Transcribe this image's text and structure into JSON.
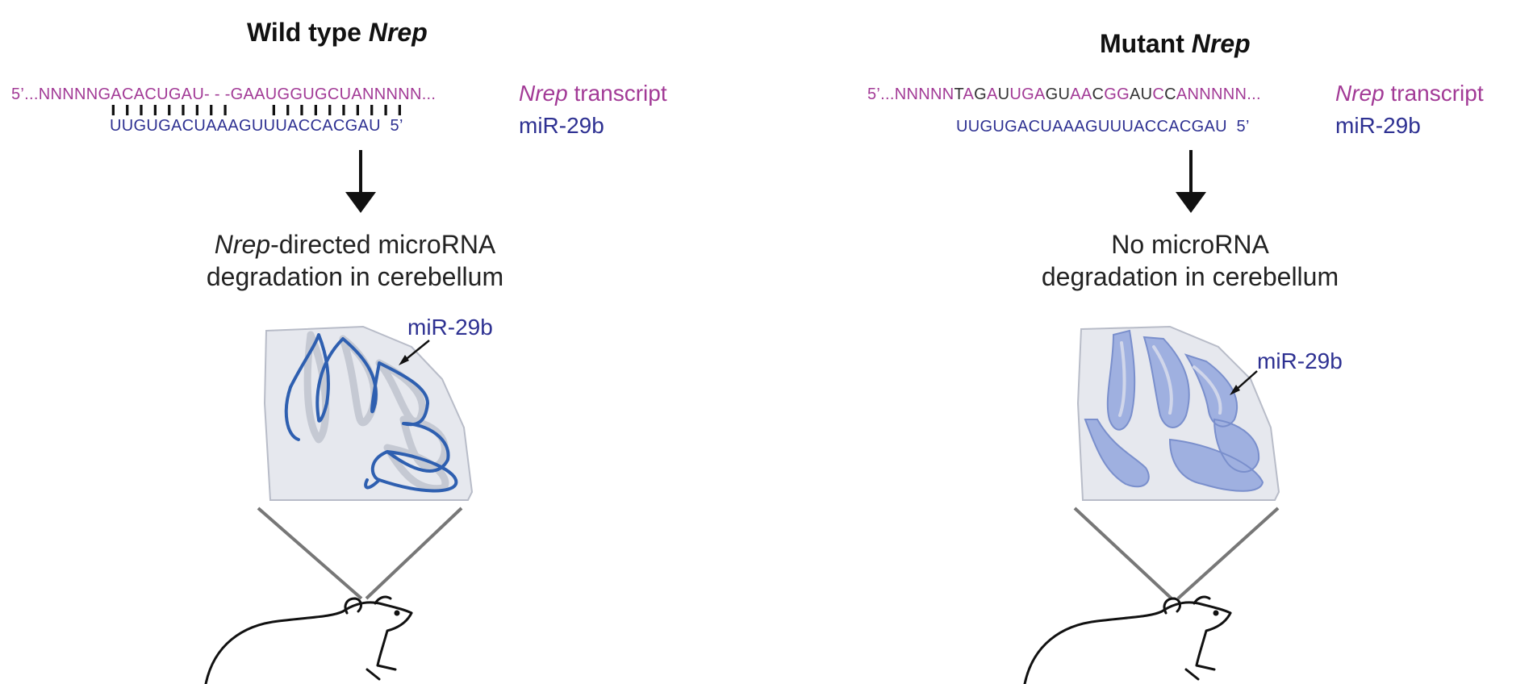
{
  "wild_type": {
    "title_prefix": "Wild type ",
    "title_gene": "Nrep",
    "transcript_seq": "5’...NNNNNGACACUGAU- - -GAAUGGUGCUANNNNN...",
    "mirna_seq": "UUGUGACUAAAGUUUACCACGAU",
    "mirna_end": "5’",
    "pairing_left": "ı ı ı ı ı ı ı ı ı",
    "pairing_right": "ı ı ı ı ı ı ı ı ı ı",
    "transcript_gene": "Nrep",
    "transcript_word": " transcript",
    "mirna_label": "miR-29b",
    "result_gene": "Nrep",
    "result_line1_rest": "-directed microRNA",
    "result_line2": "degradation in cerebellum",
    "arrow_label": "miR-29b"
  },
  "mutant": {
    "title_prefix": "Mutant ",
    "title_gene": "Nrep",
    "transcript_parts": [
      {
        "t": "5’...NNNNN",
        "c": "pink"
      },
      {
        "t": "T",
        "c": "dark"
      },
      {
        "t": "A",
        "c": "pink"
      },
      {
        "t": "G",
        "c": "dark"
      },
      {
        "t": "A",
        "c": "pink"
      },
      {
        "t": "U",
        "c": "dark"
      },
      {
        "t": "UGA",
        "c": "pink"
      },
      {
        "t": "GU",
        "c": "dark"
      },
      {
        "t": "AA",
        "c": "pink"
      },
      {
        "t": "C",
        "c": "dark"
      },
      {
        "t": "GG",
        "c": "pink"
      },
      {
        "t": "AU",
        "c": "dark"
      },
      {
        "t": "C",
        "c": "pink"
      },
      {
        "t": "C",
        "c": "dark"
      },
      {
        "t": "ANNNNN...",
        "c": "pink"
      }
    ],
    "mirna_seq": "UUGUGACUAAAGUUUACCACGAU",
    "mirna_end": "5’",
    "transcript_gene": "Nrep",
    "transcript_word": " transcript",
    "mirna_label": "miR-29b",
    "result_line1": "No microRNA",
    "result_line2": "degradation in cerebellum",
    "arrow_label": "miR-29b"
  },
  "colors": {
    "transcript": "#a23a96",
    "mirna": "#2e3192",
    "wt_outline": "#2e5fb0",
    "mutant_fill": "#9fb0e0",
    "tissue_bg": "#e6e8ee"
  }
}
